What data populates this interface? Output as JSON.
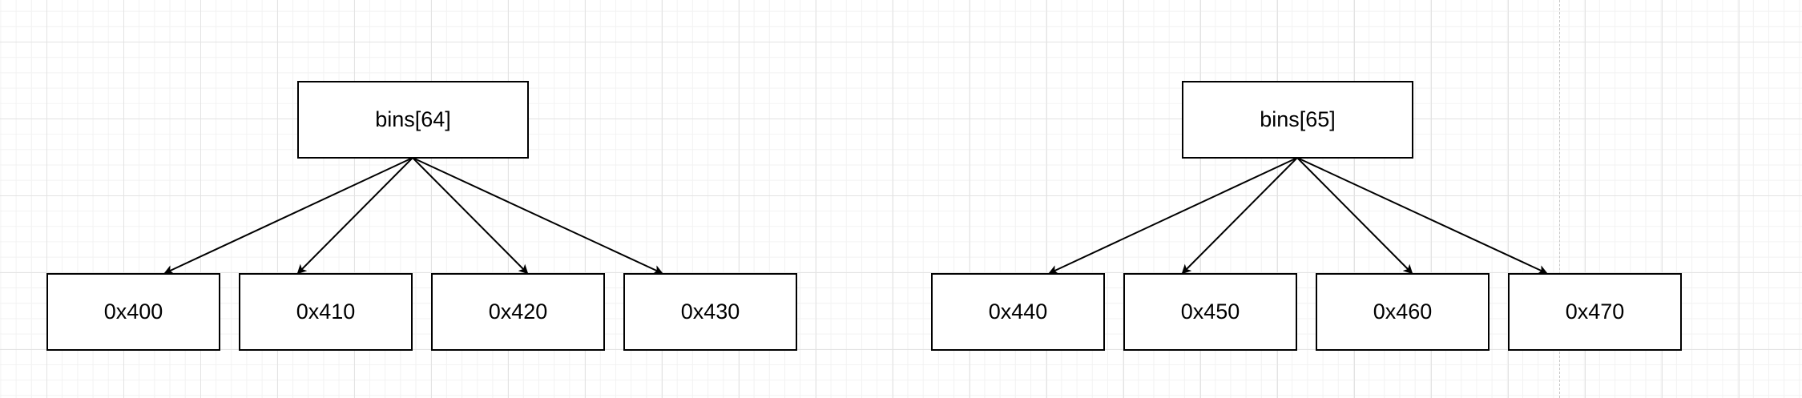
{
  "colors": {
    "stroke": "#000000",
    "node_fill": "#ffffff",
    "grid": "#e3e3e3",
    "page_divider": "#c8c8c8"
  },
  "trees": [
    {
      "root": "bins[64]",
      "children": [
        "0x400",
        "0x410",
        "0x420",
        "0x430"
      ]
    },
    {
      "root": "bins[65]",
      "children": [
        "0x440",
        "0x450",
        "0x460",
        "0x470"
      ]
    }
  ]
}
